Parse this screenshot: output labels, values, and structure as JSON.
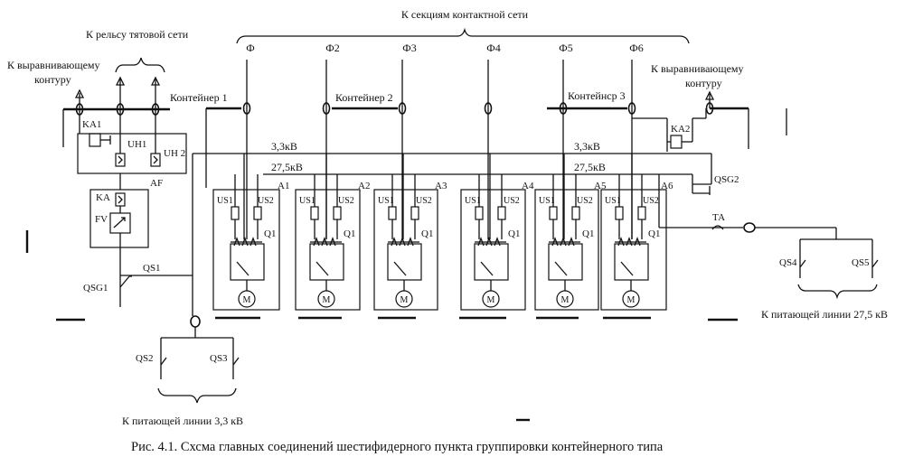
{
  "title_sections": "К секциям контактной сети",
  "label_rail": "К рельсу тятовой сети",
  "label_equalizing_left_1": "К выравнивающему",
  "label_equalizing_left_2": "контуру",
  "label_equalizing_right_1": "К выравнивающему",
  "label_equalizing_right_2": "контуру",
  "feeders": [
    "Ф",
    "Ф2",
    "Ф3",
    "Ф4",
    "Ф5",
    "Ф6"
  ],
  "containers": [
    "Контейнер 1",
    "Контейнер 2",
    "Контейнср 3"
  ],
  "bus_33_left": "3,3кВ",
  "bus_33_right": "3,3кВ",
  "bus_275_left": "27,5кВ",
  "bus_275_right": "27,5кВ",
  "units": [
    "A1",
    "A2",
    "A3",
    "A4",
    "A5",
    "A6"
  ],
  "us1": "US1",
  "us2": "US2",
  "q1": "Q1",
  "motor": "M",
  "ka1": "KA1",
  "uh1": "UH1",
  "uh2": "UH 2",
  "af": "AF",
  "ka": "KA",
  "fv": "FV",
  "qs1": "QS1",
  "qsg1": "QSG1",
  "ka2": "KA2",
  "qsg2": "QSG2",
  "ta": "ТА",
  "qs2": "QS2",
  "qs3": "QS3",
  "qs4": "QS4",
  "qs5": "QS5",
  "label_supply_275": "К питающей линии 27,5 кВ",
  "label_supply_33": "К питающей линии 3,3 кВ",
  "caption": "Рис. 4.1. Схсма главных соединений шестифидерного пункта группировки контейнерного типа"
}
